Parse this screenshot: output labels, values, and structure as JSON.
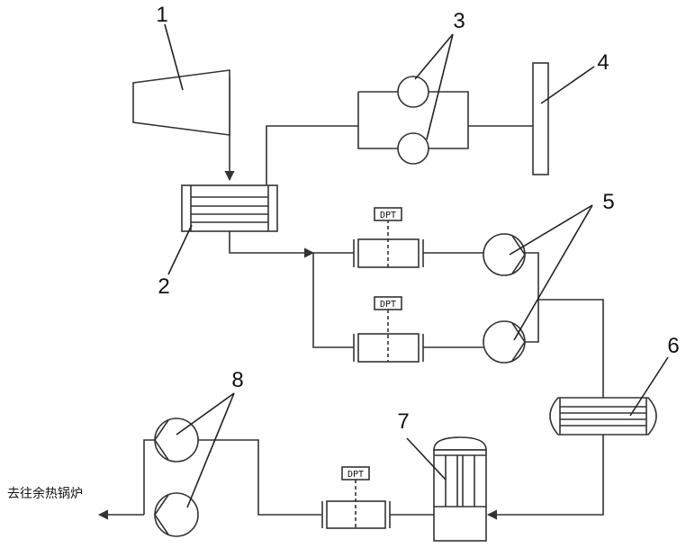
{
  "labels": {
    "l1": "1",
    "l2": "2",
    "l3": "3",
    "l4": "4",
    "l5": "5",
    "l6": "6",
    "l7": "7",
    "l8": "8"
  },
  "dpt": {
    "filter_upper": "DPT",
    "filter_lower": "DPT",
    "filter_outlet": "DPT"
  },
  "destination": "去往余热锅炉"
}
